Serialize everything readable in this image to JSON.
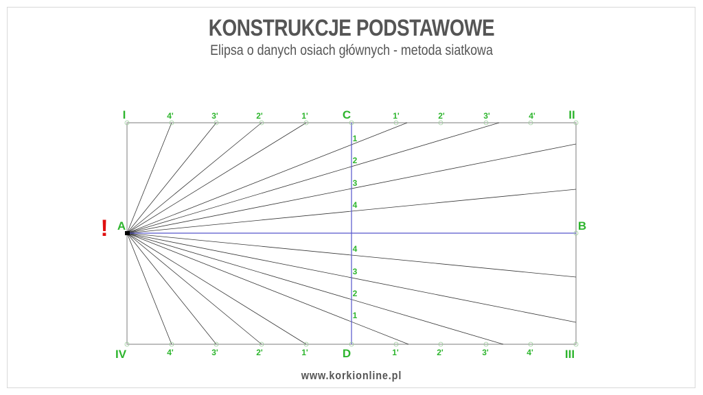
{
  "title": "KONSTRUKCJE PODSTAWOWE",
  "subtitle": "Elipsa o danych osiach głównych - metoda siatkowa",
  "footer": "www.korkionline.pl",
  "warning_mark": "!",
  "corners": {
    "top_left": "I",
    "top_right": "II",
    "bottom_right": "III",
    "bottom_left": "IV"
  },
  "axis_points": {
    "A": "A",
    "B": "B",
    "C": "C",
    "D": "D"
  },
  "edge_divisions_left": [
    "4'",
    "3'",
    "2'",
    "1'"
  ],
  "edge_divisions_right": [
    "1'",
    "2'",
    "3'",
    "4'"
  ],
  "minor_axis_divisions_upper": [
    "1",
    "2",
    "3",
    "4"
  ],
  "minor_axis_divisions_lower": [
    "4",
    "3",
    "2",
    "1"
  ],
  "colors": {
    "label": "#2db52d",
    "axis": "#5555cc",
    "warning": "#e01010"
  }
}
